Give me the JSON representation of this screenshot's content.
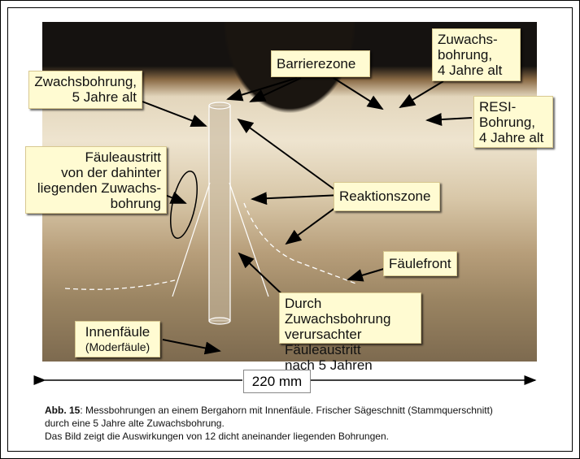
{
  "labels": {
    "barrierezone": "Barrierezone",
    "zuwachs4": [
      "Zuwachs-",
      "bohrung,",
      "4 Jahre alt"
    ],
    "zwachs5": [
      "Zwachsbohrung,",
      "5 Jahre alt"
    ],
    "resi": [
      "RESI-",
      "Bohrung,",
      "4 Jahre alt"
    ],
    "faeuleaustritt": [
      "Fäuleaustritt",
      "von der dahinter",
      "liegenden Zuwachs-",
      "bohrung"
    ],
    "reaktionszone": "Reaktionszone",
    "faeulefront": "Fäulefront",
    "durch": [
      "Durch Zuwachsbohrung",
      "verursachter Fäuleaustritt",
      "nach 5 Jahren"
    ],
    "innenfaeule": "Innenfäule",
    "moderfaeule": "(Moderfäule)"
  },
  "dimension": "220 mm",
  "caption": {
    "figure": "Abb. 15",
    "line1": ": Messbohrungen an einem Bergahorn mit Innenfäule. Frischer Sägeschnitt (Stammquerschnitt)",
    "line2": "durch eine 5 Jahre alte Zuwachsbohrung.",
    "line3": "Das Bild zeigt die Auswirkungen von 12 dicht aneinander liegenden Bohrungen."
  }
}
